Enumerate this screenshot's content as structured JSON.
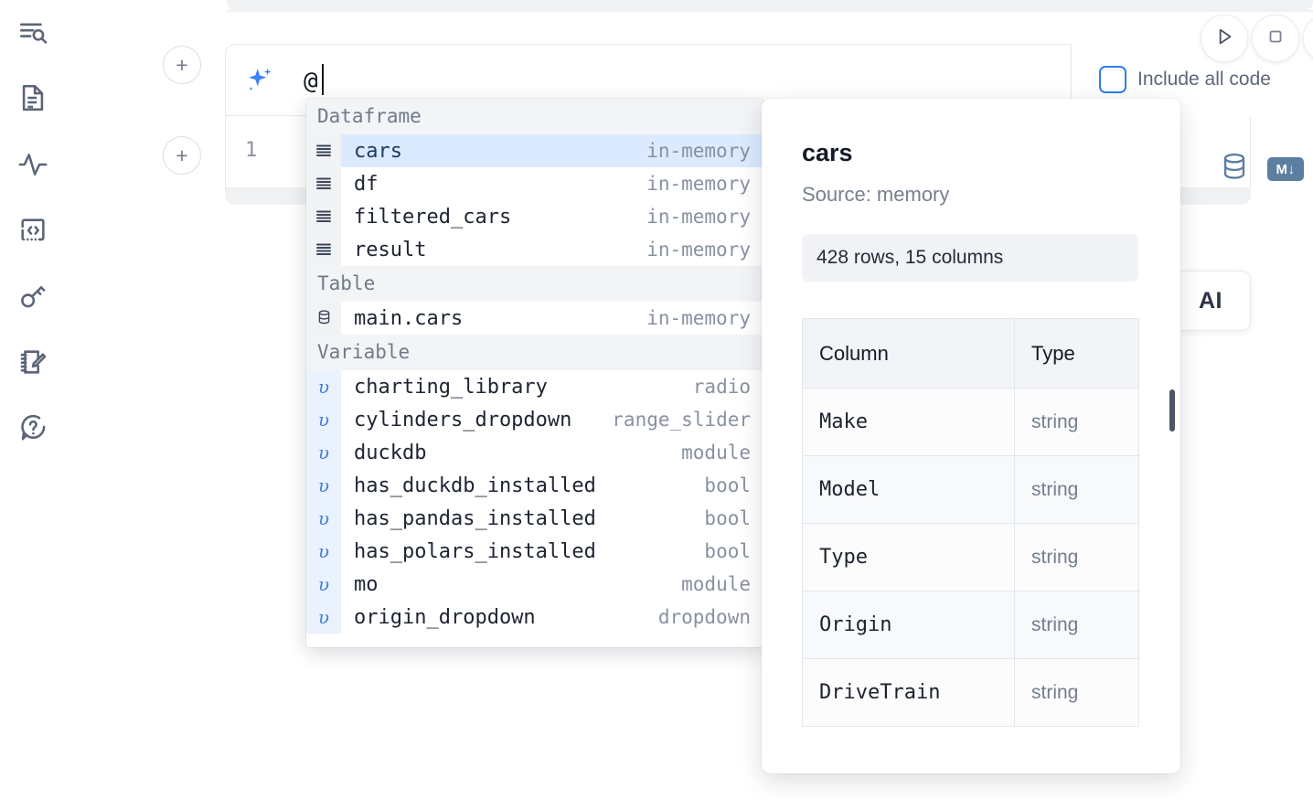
{
  "app": {
    "accent_blue": "#3b82f6",
    "selected_row_bg": "#dbeafe",
    "rail_icon_color": "#5b6478"
  },
  "sidebar": {
    "items": [
      {
        "name": "outline-search-icon",
        "label": "Outline"
      },
      {
        "name": "document-icon",
        "label": "Notebook"
      },
      {
        "name": "activity-icon",
        "label": "Activity"
      },
      {
        "name": "code-brackets-icon",
        "label": "Snippets"
      },
      {
        "name": "key-icon",
        "label": "Secrets"
      },
      {
        "name": "notepad-pencil-icon",
        "label": "Scratchpad"
      },
      {
        "name": "help-chat-icon",
        "label": "Help"
      }
    ]
  },
  "toolbar": {
    "run_label": "Run",
    "stop_label": "Stop",
    "include_all_code_label": "Include all code",
    "include_all_code_checked": false
  },
  "prompt": {
    "value": "@",
    "sparkle_icon": "ai-sparkle-icon"
  },
  "add_buttons": {
    "label": "+",
    "top_name": "add-cell-above-button",
    "bottom_name": "add-cell-below-button"
  },
  "cell": {
    "line_number": "1",
    "database_icon": "database-icon",
    "markdown_badge": "M↓"
  },
  "ai_pill": {
    "label": "AI"
  },
  "autocomplete": {
    "groups": [
      {
        "label": "Dataframe",
        "gutter_kind": "dataframe",
        "items": [
          {
            "name": "cars",
            "meta": "in-memory",
            "selected": true
          },
          {
            "name": "df",
            "meta": "in-memory",
            "selected": false
          },
          {
            "name": "filtered_cars",
            "meta": "in-memory",
            "selected": false
          },
          {
            "name": "result",
            "meta": "in-memory",
            "selected": false
          }
        ]
      },
      {
        "label": "Table",
        "gutter_kind": "table",
        "items": [
          {
            "name": "main.cars",
            "meta": "in-memory",
            "selected": false
          }
        ]
      },
      {
        "label": "Variable",
        "gutter_kind": "variable",
        "items": [
          {
            "name": "charting_library",
            "meta": "radio",
            "selected": false
          },
          {
            "name": "cylinders_dropdown",
            "meta": "range_slider",
            "selected": false
          },
          {
            "name": "duckdb",
            "meta": "module",
            "selected": false
          },
          {
            "name": "has_duckdb_installed",
            "meta": "bool",
            "selected": false
          },
          {
            "name": "has_pandas_installed",
            "meta": "bool",
            "selected": false
          },
          {
            "name": "has_polars_installed",
            "meta": "bool",
            "selected": false
          },
          {
            "name": "mo",
            "meta": "module",
            "selected": false
          },
          {
            "name": "origin_dropdown",
            "meta": "dropdown",
            "selected": false
          }
        ]
      }
    ]
  },
  "doc_panel": {
    "title": "cars",
    "source": "Source: memory",
    "shape": "428 rows, 15 columns",
    "headers": [
      "Column",
      "Type"
    ],
    "rows": [
      {
        "column": "Make",
        "type": "string"
      },
      {
        "column": "Model",
        "type": "string"
      },
      {
        "column": "Type",
        "type": "string"
      },
      {
        "column": "Origin",
        "type": "string"
      },
      {
        "column": "DriveTrain",
        "type": "string"
      }
    ]
  }
}
